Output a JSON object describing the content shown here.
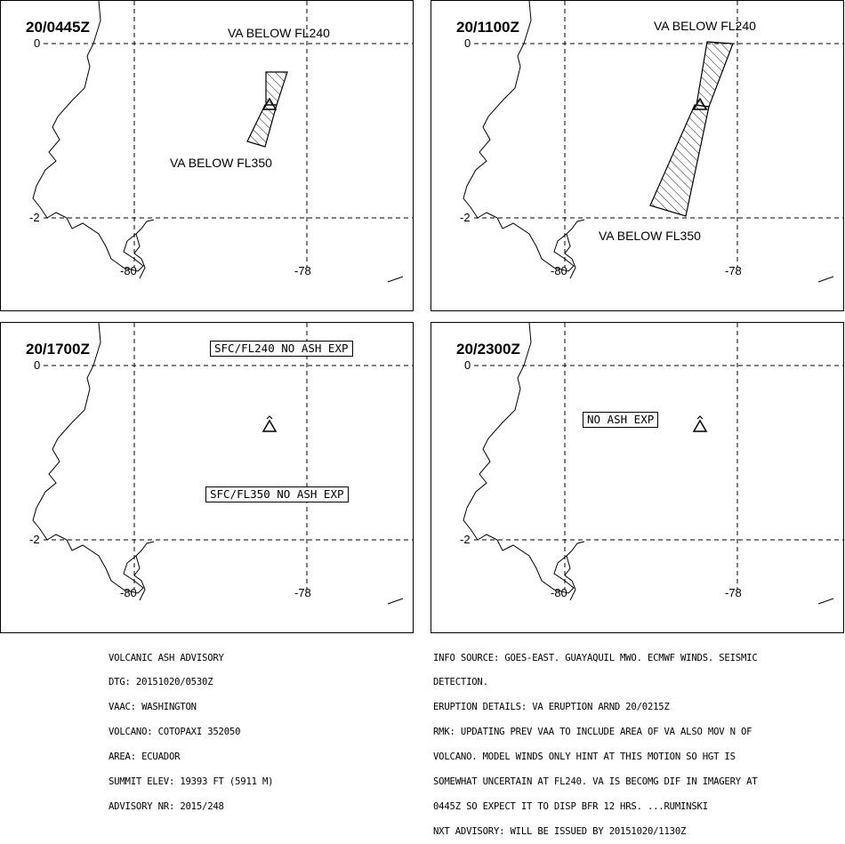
{
  "panels": [
    {
      "title": "20/0445Z",
      "lat_top": "0",
      "lat_bottom": "-2",
      "lon_left": "-80",
      "lon_right": "-78",
      "labels": [
        "VA BELOW FL240",
        "VA BELOW FL350"
      ]
    },
    {
      "title": "20/1100Z",
      "lat_top": "0",
      "lat_bottom": "-2",
      "lon_left": "-80",
      "lon_right": "-78",
      "labels": [
        "VA BELOW FL240",
        "VA BELOW FL350"
      ]
    },
    {
      "title": "20/1700Z",
      "lat_top": "0",
      "lat_bottom": "-2",
      "lon_left": "-80",
      "lon_right": "-78",
      "labels": [
        "SFC/FL240 NO ASH EXP",
        "SFC/FL350 NO ASH EXP"
      ]
    },
    {
      "title": "20/2300Z",
      "lat_top": "0",
      "lat_bottom": "-2",
      "lon_left": "-80",
      "lon_right": "-78",
      "labels": [
        "NO ASH EXP"
      ]
    }
  ],
  "advisory": {
    "lines": [
      "VOLCANIC ASH ADVISORY",
      "DTG: 20151020/0530Z",
      "VAAC: WASHINGTON",
      "VOLCANO: COTOPAXI 352050",
      "AREA: ECUADOR",
      "SUMMIT ELEV: 19393 FT (5911 M)",
      "ADVISORY NR: 2015/248"
    ]
  },
  "info": {
    "lines": [
      "INFO SOURCE: GOES-EAST. GUAYAQUIL MWO. ECMWF WINDS. SEISMIC",
      "DETECTION.",
      "ERUPTION DETAILS: VA ERUPTION ARND 20/0215Z",
      "RMK: UPDATING PREV VAA TO INCLUDE AREA OF VA ALSO MOV N OF",
      "VOLCANO. MODEL WINDS ONLY HINT AT THIS MOTION SO HGT IS",
      "SOMEWHAT UNCERTAIN AT FL240. VA IS BECOMG DIF IN IMAGERY AT",
      "0445Z SO EXPECT IT TO DISP BFR 12 HRS. ...RUMINSKI",
      "NXT ADVISORY: WILL BE ISSUED BY 20151020/1130Z"
    ]
  }
}
